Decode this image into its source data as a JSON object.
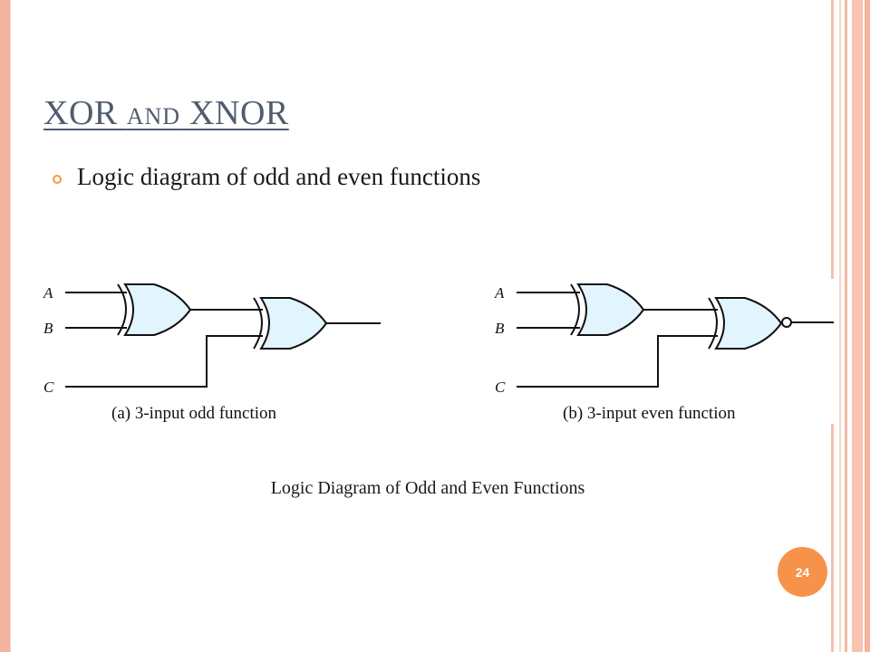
{
  "slide": {
    "title_big1": "XOR ",
    "title_small": "AND",
    "title_big2": " XNOR",
    "bullet": "Logic diagram of odd and even functions",
    "caption": "Logic Diagram of Odd and Even Functions",
    "page_number": "24"
  },
  "diagram_a": {
    "input_a": "A",
    "input_b": "B",
    "input_c": "C",
    "label": "(a) 3-input odd function"
  },
  "diagram_b": {
    "input_a": "A",
    "input_b": "B",
    "input_c": "C",
    "label": "(b) 3-input even function"
  },
  "colors": {
    "gate_fill": "#e2f4fd",
    "accent": "#f6924a",
    "title": "#4f5d6e"
  }
}
